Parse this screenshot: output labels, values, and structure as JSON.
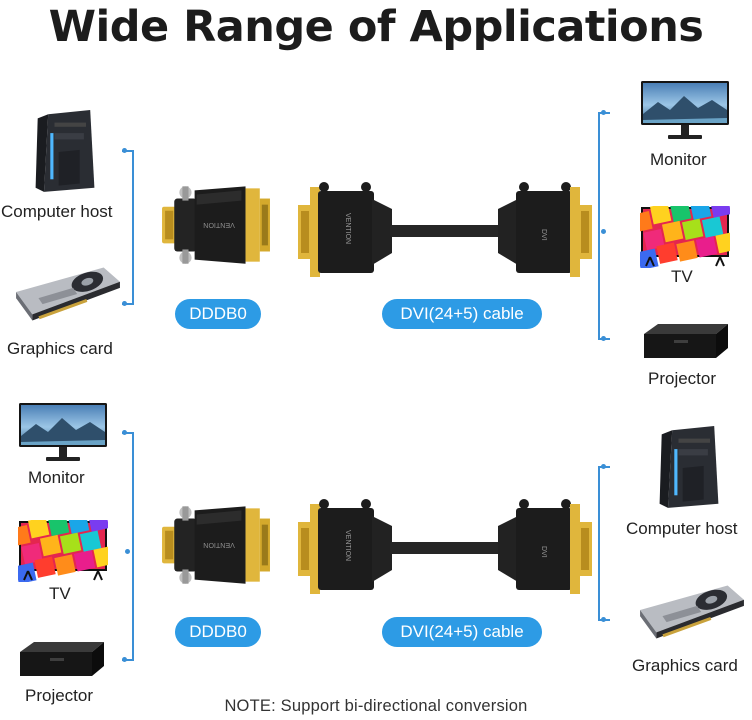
{
  "title": "Wide Range of Applications",
  "section_top": {
    "left_devices": [
      "Computer host",
      "Graphics card"
    ],
    "adapter_label": "DDDB0",
    "cable_label": "DVI(24+5) cable",
    "right_devices": [
      "Monitor",
      "TV",
      "Projector"
    ]
  },
  "section_bottom": {
    "left_devices": [
      "Monitor",
      "TV",
      "Projector"
    ],
    "adapter_label": "DDDB0",
    "cable_label": "DVI(24+5) cable",
    "right_devices": [
      "Computer host",
      "Graphics card"
    ]
  },
  "note": "NOTE: Support bi-directional conversion",
  "colors": {
    "accent": "#2d9be5",
    "bracket": "#3a8fd6",
    "connector": "#1e1e1e",
    "gold": "#d9b13a"
  },
  "icons": [
    "computer-tower-icon",
    "graphics-card-icon",
    "monitor-icon",
    "tv-icon",
    "projector-icon",
    "dvi-adapter-icon",
    "dvi-cable-icon"
  ]
}
